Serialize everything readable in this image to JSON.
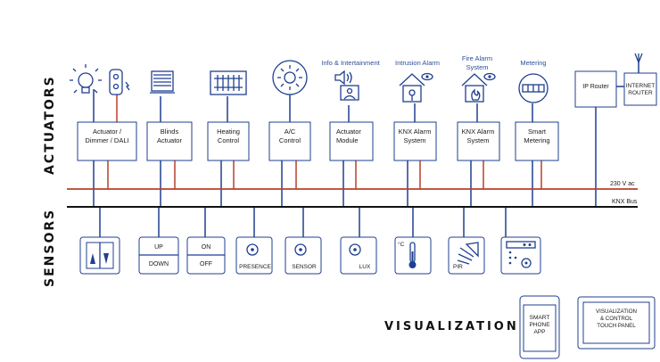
{
  "section_labels": {
    "actuators": "ACTUATORS",
    "sensors": "SENSORS",
    "visualization": "VISUALIZATION"
  },
  "bus_labels": {
    "power": "230 V ac",
    "knx": "KNX Bus"
  },
  "category_labels": {
    "info": "Info & Intertainment",
    "intrusion": "Intrusion Alarm",
    "fire_line1": "Fire Alarm",
    "fire_line2": "System",
    "metering": "Metering"
  },
  "actuators": [
    {
      "line1": "Actuator /",
      "line2": "Dimmer / DALI"
    },
    {
      "line1": "Blinds",
      "line2": "Actuator"
    },
    {
      "line1": "Heating",
      "line2": "Control"
    },
    {
      "line1": "A/C",
      "line2": "Control"
    },
    {
      "line1": "Actuator",
      "line2": "Module"
    },
    {
      "line1": "KNX Alarm",
      "line2": "System"
    },
    {
      "line1": "KNX Alarm",
      "line2": "System"
    },
    {
      "line1": "Smart",
      "line2": "Metering"
    }
  ],
  "network": {
    "ip_router": "IP Router",
    "internet_router_line1": "INTERNET",
    "internet_router_line2": "ROUTER"
  },
  "sensors": {
    "updown_up": "UP",
    "updown_down": "DOWN",
    "onoff_on": "ON",
    "onoff_off": "OFF",
    "presence": "PRESENCE",
    "sensor": "SENSOR",
    "lux": "LUX",
    "temp_unit": "°C",
    "pir": "PIR"
  },
  "visualization": {
    "phone_line1": "SMART",
    "phone_line2": "PHONE",
    "phone_line3": "APP",
    "panel_line1": "VISUALIZATION",
    "panel_line2": "& CONTROL",
    "panel_line3": "TOUCH PANEL"
  },
  "colors": {
    "bus_blue": "#1f3f8f",
    "power_red": "#b8412b",
    "knx_black": "#111111"
  }
}
